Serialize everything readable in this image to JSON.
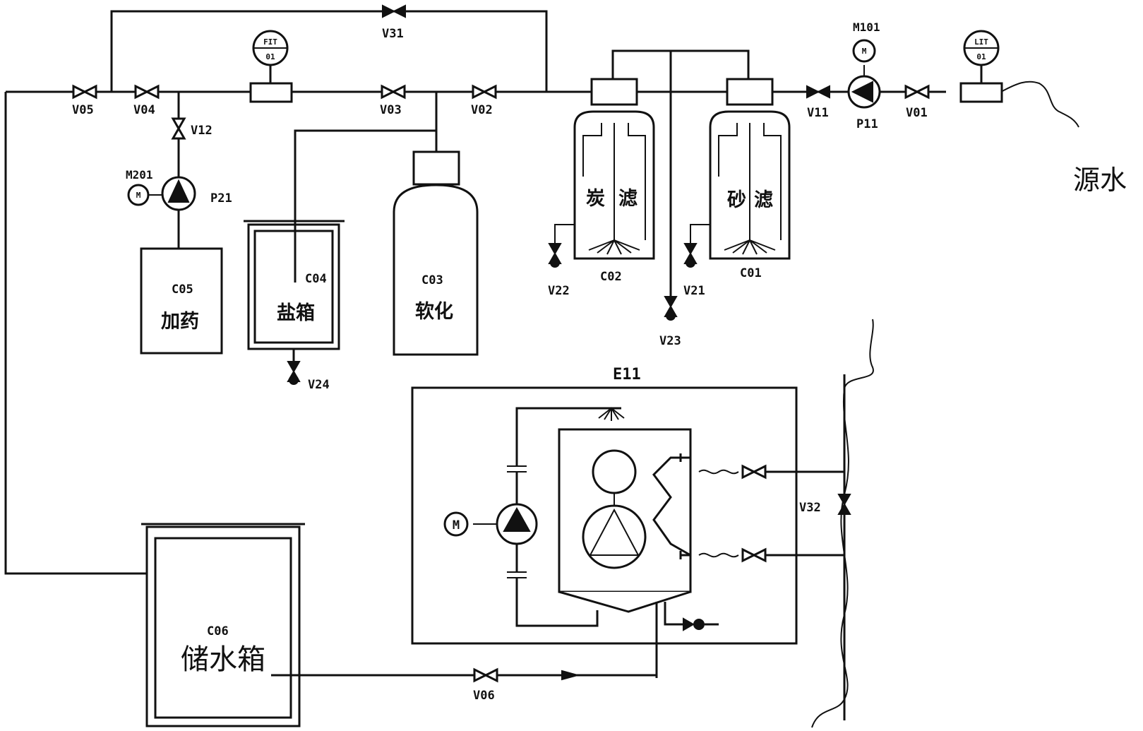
{
  "valves": {
    "v31": "V31",
    "v05": "V05",
    "v04": "V04",
    "v03": "V03",
    "v02": "V02",
    "v12": "V12",
    "v11": "V11",
    "v01": "V01",
    "v22": "V22",
    "v21": "V21",
    "v23": "V23",
    "v24": "V24",
    "v32": "V32",
    "v06": "V06"
  },
  "pumps": {
    "p21": "P21",
    "p11": "P11",
    "m201": "M201",
    "m101": "M101",
    "motor_symbol": "M"
  },
  "instruments": {
    "fit_top": "FIT",
    "fit_bot": "01",
    "lit_top": "LIT",
    "lit_bot": "01"
  },
  "tanks": {
    "c05_code": "C05",
    "c05_name": "加药",
    "c04_code": "C04",
    "c04_name": "盐箱",
    "c03_code": "C03",
    "c03_name": "软化",
    "c02_code": "C02",
    "c02_name_1": "炭",
    "c02_name_2": "滤",
    "c01_code": "C01",
    "c01_name_1": "砂",
    "c01_name_2": "滤",
    "c06_code": "C06",
    "c06_name": "储水箱"
  },
  "equipment": {
    "e11": "E11"
  },
  "source": {
    "label": "源水"
  }
}
